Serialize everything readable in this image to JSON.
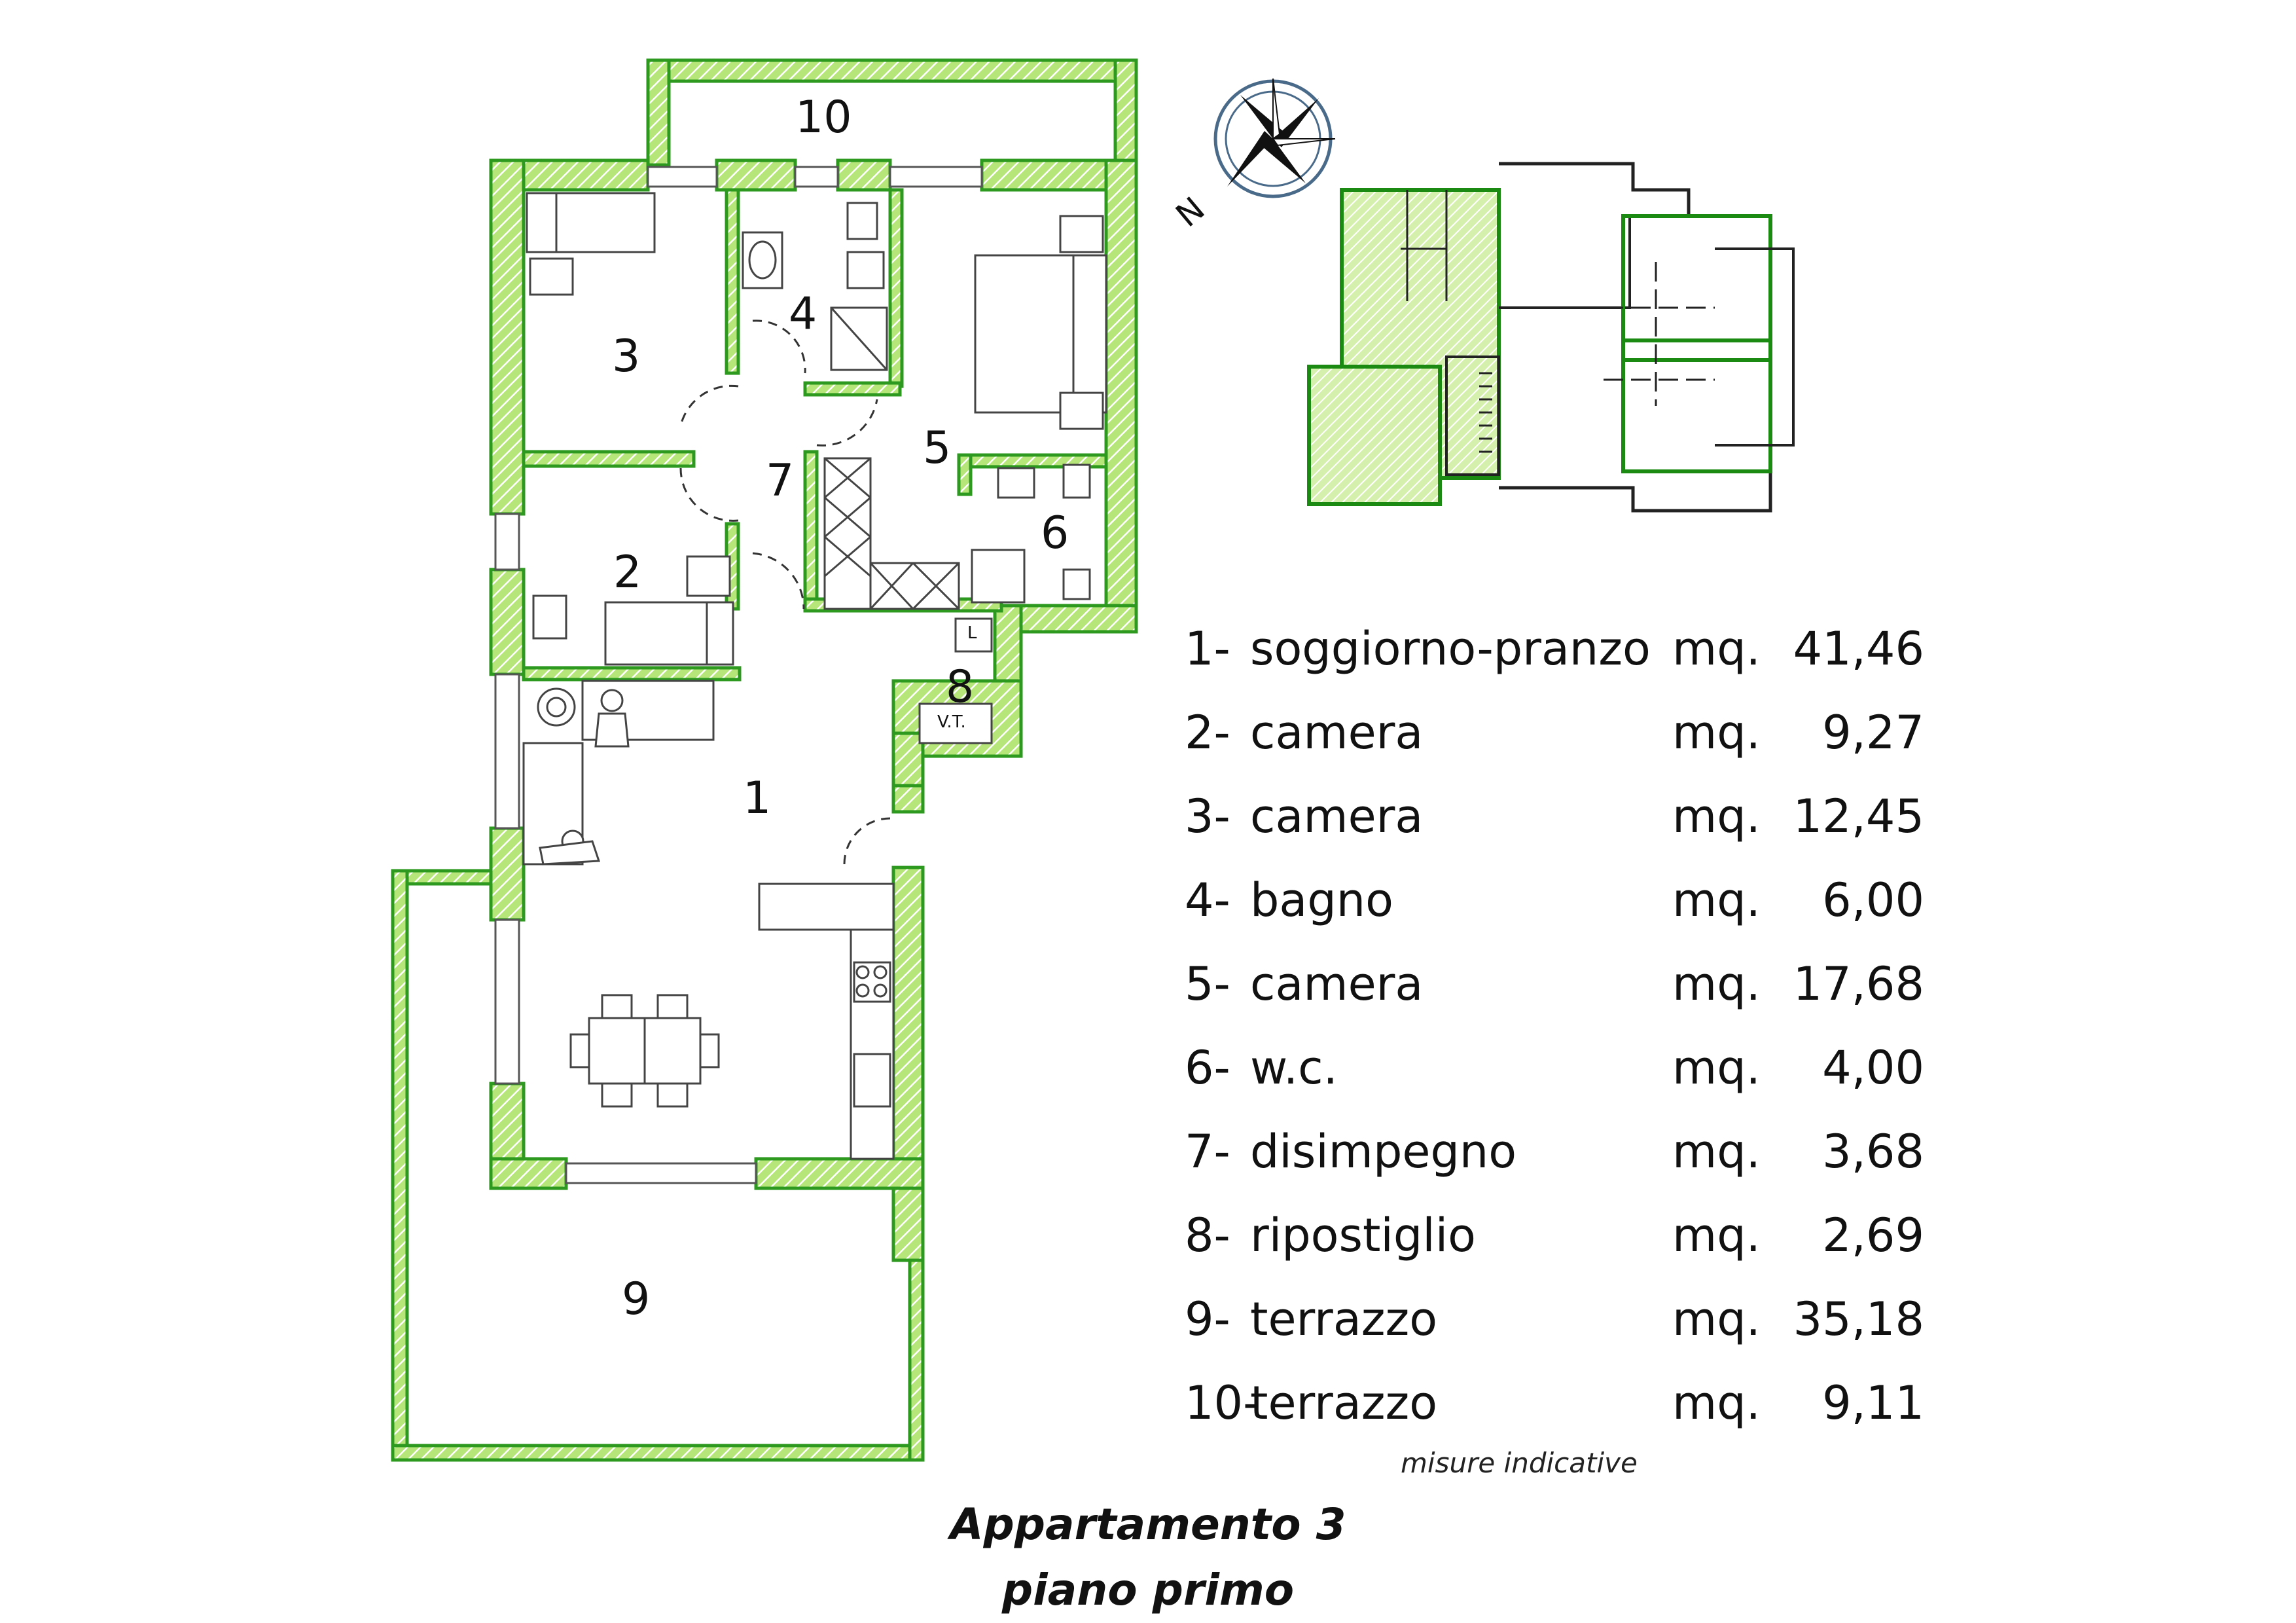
{
  "colors": {
    "wall_fill": "#9fd85c",
    "wall_stroke": "#2d9a1f",
    "line": "#444444"
  },
  "rooms": [
    {
      "id": "1",
      "label": "1"
    },
    {
      "id": "2",
      "label": "2"
    },
    {
      "id": "3",
      "label": "3"
    },
    {
      "id": "4",
      "label": "4"
    },
    {
      "id": "5",
      "label": "5"
    },
    {
      "id": "6",
      "label": "6"
    },
    {
      "id": "7",
      "label": "7"
    },
    {
      "id": "8",
      "label": "8"
    },
    {
      "id": "9",
      "label": "9"
    },
    {
      "id": "10",
      "label": "10"
    }
  ],
  "fixtures": {
    "vt": "V.T.",
    "l": "L"
  },
  "compass": {
    "north_label": "N"
  },
  "legend": [
    {
      "num": "1-",
      "name": "soggiorno-pranzo",
      "unit": "mq.",
      "value": "41,46"
    },
    {
      "num": "2-",
      "name": "camera",
      "unit": "mq.",
      "value": "9,27"
    },
    {
      "num": "3-",
      "name": "camera",
      "unit": "mq.",
      "value": "12,45"
    },
    {
      "num": "4-",
      "name": "bagno",
      "unit": "mq.",
      "value": "6,00"
    },
    {
      "num": "5-",
      "name": "camera",
      "unit": "mq.",
      "value": "17,68"
    },
    {
      "num": "6-",
      "name": "w.c.",
      "unit": "mq.",
      "value": "4,00"
    },
    {
      "num": "7-",
      "name": "disimpegno",
      "unit": "mq.",
      "value": "3,68"
    },
    {
      "num": "8-",
      "name": "ripostiglio",
      "unit": "mq.",
      "value": "2,69"
    },
    {
      "num": "9-",
      "name": "terrazzo",
      "unit": "mq.",
      "value": "35,18"
    },
    {
      "num": "10-",
      "name": "terrazzo",
      "unit": "mq.",
      "value": "9,11"
    }
  ],
  "note": "misure  indicative",
  "title": {
    "line1": "Appartamento 3",
    "line2": "piano primo"
  }
}
